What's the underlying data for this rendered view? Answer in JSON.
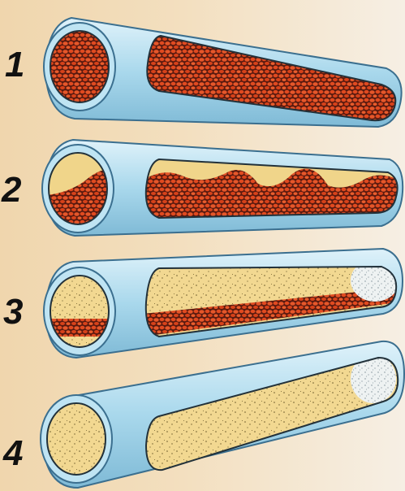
{
  "tubes": [
    {
      "number": "1"
    },
    {
      "number": "2"
    },
    {
      "number": "3"
    },
    {
      "number": "4"
    }
  ],
  "colors": {
    "background": "#f1dcb6",
    "background_right": "#f4ece0",
    "tube_wall": "#b9dff0",
    "tube_outline": "#3b6f8f",
    "red_particles": "#e0461f",
    "yellow_fluid": "#f0d58a",
    "gas_bubble": "#eef2f2"
  },
  "icons": [
    "numbered-tube-diagram"
  ]
}
